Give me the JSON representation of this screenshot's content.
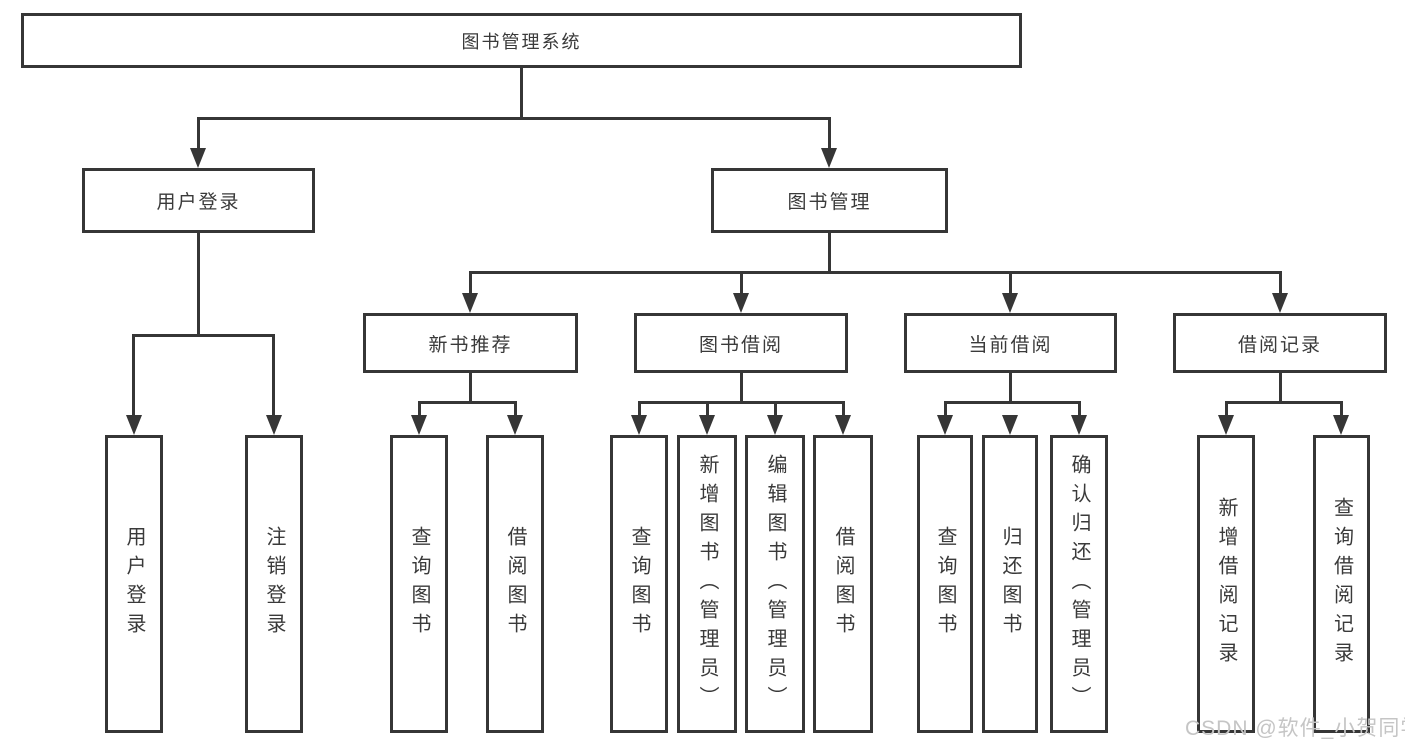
{
  "tree": {
    "label": "图书管理系统",
    "children": [
      {
        "label": "用户登录",
        "children": [
          {
            "label": "用户登录"
          },
          {
            "label": "注销登录"
          }
        ]
      },
      {
        "label": "图书管理",
        "children": [
          {
            "label": "新书推荐",
            "children": [
              {
                "label": "查询图书"
              },
              {
                "label": "借阅图书"
              }
            ]
          },
          {
            "label": "图书借阅",
            "children": [
              {
                "label": "查询图书"
              },
              {
                "label": "新增图书（管理员）"
              },
              {
                "label": "编辑图书（管理员）"
              },
              {
                "label": "借阅图书"
              }
            ]
          },
          {
            "label": "当前借阅",
            "children": [
              {
                "label": "查询图书"
              },
              {
                "label": "归还图书"
              },
              {
                "label": "确认归还（管理员）"
              }
            ]
          },
          {
            "label": "借阅记录",
            "children": [
              {
                "label": "新增借阅记录"
              },
              {
                "label": "查询借阅记录"
              }
            ]
          }
        ]
      }
    ]
  },
  "watermark": "CSDN @软件_小贺同学",
  "icons": {
    "arrowhead": "triangle-down"
  },
  "colors": {
    "line": "#363636",
    "text": "#3a3a3a",
    "watermark": "#c5c5c5",
    "background": "#ffffff"
  }
}
